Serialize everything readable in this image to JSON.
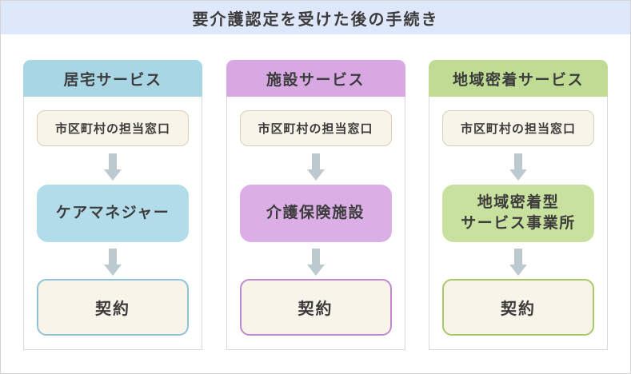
{
  "title": "要介護認定を受けた後の手続き",
  "colors": {
    "title_bar_bg": "#dfe8fa",
    "page_border": "#d4d4d4",
    "container_border": "#d9d9d9",
    "text": "#3c3c3c",
    "arrow": "#bcc9ce",
    "note_box_bg": "#f8f4e9",
    "note_box_border": "#d9cfb4"
  },
  "columns": [
    {
      "header": "居宅サービス",
      "steps": {
        "window": "市区町村の担当窓口",
        "provider": "ケアマネジャー",
        "contract": "契約"
      },
      "colors": {
        "header_bg": "#a9d6e5",
        "provider_bg": "#b3dcea",
        "contract_border": "#8fc2d6"
      }
    },
    {
      "header": "施設サービス",
      "steps": {
        "window": "市区町村の担当窓口",
        "provider": "介護保険施設",
        "contract": "契約"
      },
      "colors": {
        "header_bg": "#d7a8e2",
        "provider_bg": "#dbafe5",
        "contract_border": "#c089cd"
      }
    },
    {
      "header": "地域密着サービス",
      "steps": {
        "window": "市区町村の担当窓口",
        "provider": "地域密着型\nサービス事業所",
        "contract": "契約"
      },
      "colors": {
        "header_bg": "#bfdb94",
        "provider_bg": "#c9e19e",
        "contract_border": "#a6c968"
      }
    }
  ]
}
